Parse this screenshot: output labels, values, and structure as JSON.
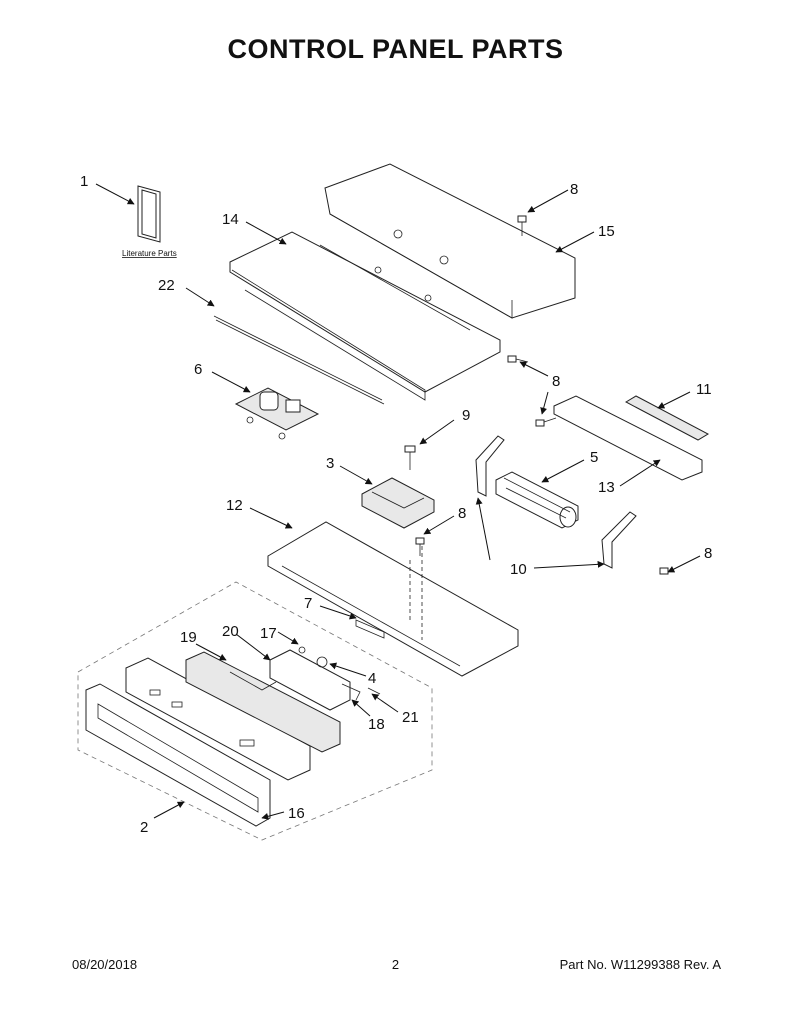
{
  "title": "CONTROL PANEL PARTS",
  "literature_label": "Literature Parts",
  "callouts": {
    "c1": "1",
    "c2": "2",
    "c3": "3",
    "c4": "4",
    "c5": "5",
    "c6": "6",
    "c7": "7",
    "c8a": "8",
    "c8b": "8",
    "c8c": "8",
    "c8d": "8",
    "c9": "9",
    "c10": "10",
    "c11": "11",
    "c12": "12",
    "c13": "13",
    "c14": "14",
    "c15": "15",
    "c16": "16",
    "c17": "17",
    "c18": "18",
    "c19": "19",
    "c20": "20",
    "c21": "21",
    "c22": "22"
  },
  "footer": {
    "date": "08/20/2018",
    "page": "2",
    "part_no": "Part No.  W11299388  Rev.  A"
  }
}
